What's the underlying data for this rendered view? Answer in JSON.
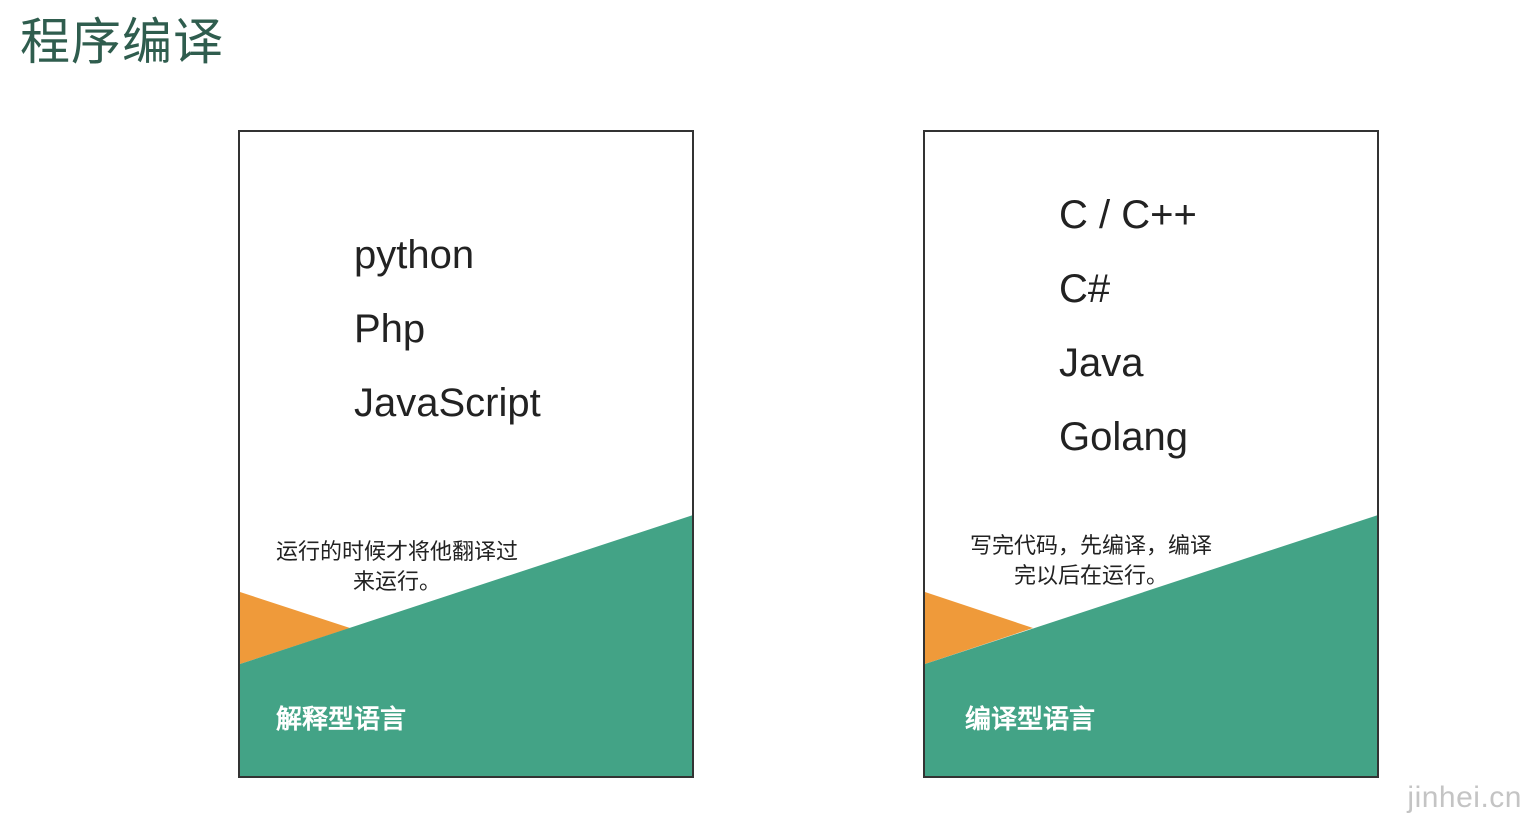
{
  "page": {
    "title": "程序编译",
    "watermark": "jinhei.cn"
  },
  "colors": {
    "title": "#2f5d4e",
    "green": "#43a386",
    "orange": "#ef9a3a",
    "border": "#333333"
  },
  "cards": [
    {
      "languages": [
        "python",
        "Php",
        "JavaScript"
      ],
      "description_line1": "运行的时候才将他翻译过",
      "description_line2": "来运行。",
      "category": "解释型语言"
    },
    {
      "languages": [
        "C / C++",
        "C#",
        "Java",
        "Golang"
      ],
      "description_line1": "写完代码，先编译，编译",
      "description_line2": "完以后在运行。",
      "category": "编译型语言"
    }
  ]
}
